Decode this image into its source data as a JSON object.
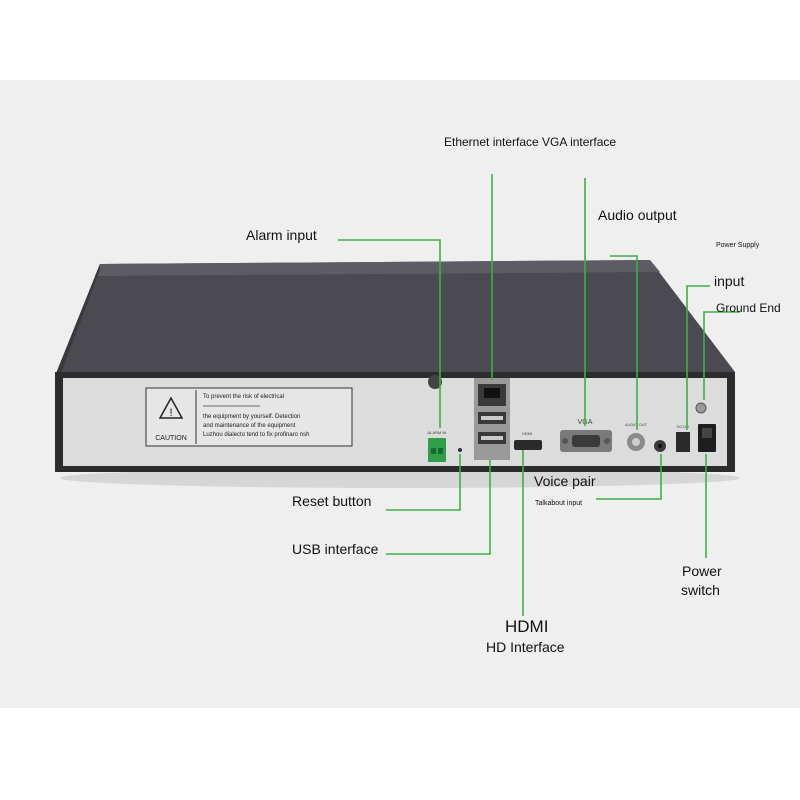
{
  "labels": {
    "ethernet_vga": "Ethernet interface VGA interface",
    "audio_output": "Audio output",
    "alarm_input": "Alarm input",
    "power_supply": "Power Supply",
    "power_input": "input",
    "ground_end": "Ground End",
    "voice_pair": "Voice pair",
    "talkabout_input": "Talkabout input",
    "reset_button": "Reset button",
    "usb_interface": "USB interface",
    "hdmi": "HDMI",
    "hd_interface": "HD Interface",
    "power": "Power",
    "switch": "switch"
  },
  "panel": {
    "caution_line1": "To prevent the risk of electrical",
    "caution_line3": "the equipment by yourself. Detection",
    "caution_line4": "and maintenance of the equipment",
    "caution_line5": "Luzhou dialecto tend to fix profinaro nsh",
    "caution_word": "CAUTION",
    "port_vga": "VGA",
    "port_hdmi": "HDMI",
    "port_audio": "AUDIO OUT",
    "port_dc": "DC12V",
    "port_alarm": "ALARM IN"
  },
  "colors": {
    "leader_line": "#3cb043",
    "device_top": "#4a4a50",
    "device_back": "#dcdcdc",
    "background": "#efefef"
  }
}
